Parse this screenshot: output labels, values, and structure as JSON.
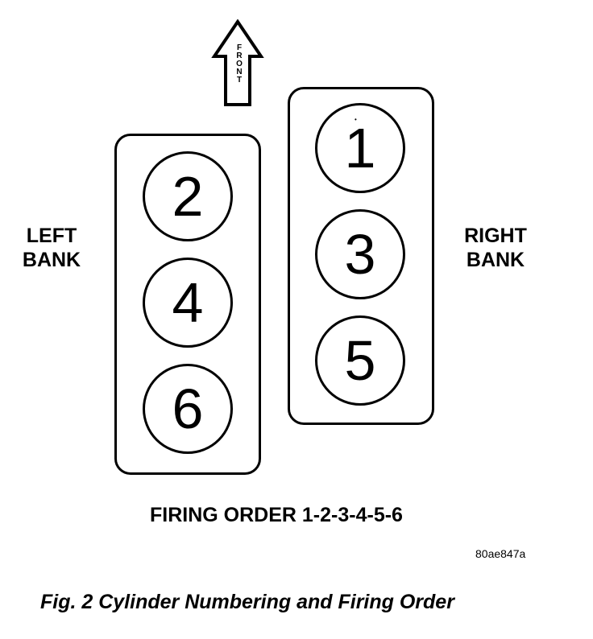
{
  "front_label": [
    "F",
    "R",
    "O",
    "N",
    "T"
  ],
  "left_bank_label": [
    "LEFT",
    "BANK"
  ],
  "right_bank_label": [
    "RIGHT",
    "BANK"
  ],
  "left_bank_cylinders": [
    "2",
    "4",
    "6"
  ],
  "right_bank_cylinders": [
    "1",
    "3",
    "5"
  ],
  "cylinder_1_mark": "•",
  "firing_order": "FIRING ORDER 1-2-3-4-5-6",
  "figure_code": "80ae847a",
  "caption": "Fig. 2 Cylinder Numbering and Firing Order"
}
